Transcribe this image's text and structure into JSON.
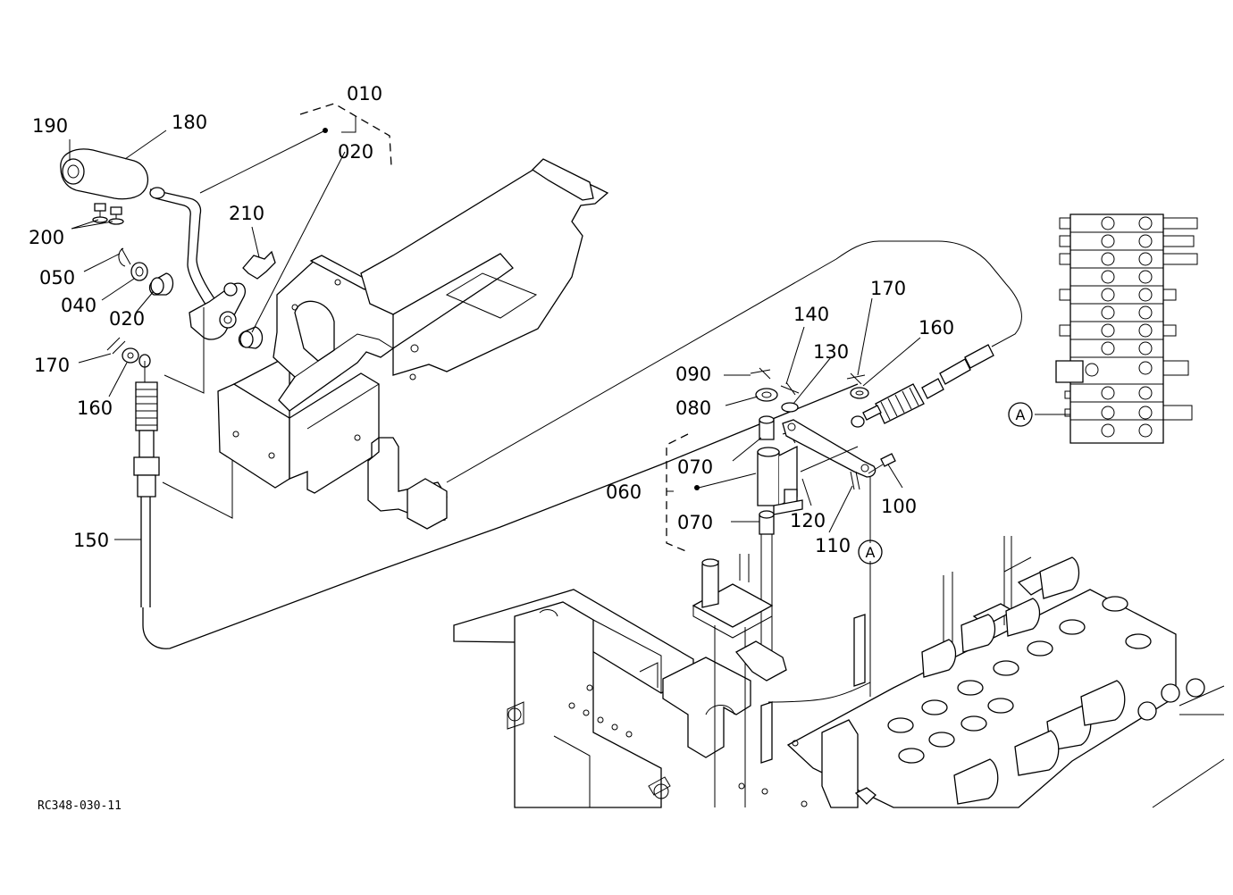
{
  "diagram_id": "RC348-030-11",
  "ref_marker": "A",
  "callouts": {
    "p010": "010",
    "p020a": "020",
    "p020b": "020",
    "p040": "040",
    "p050": "050",
    "p060": "060",
    "p070a": "070",
    "p070b": "070",
    "p080": "080",
    "p090": "090",
    "p100": "100",
    "p110": "110",
    "p120": "120",
    "p130": "130",
    "p140": "140",
    "p150": "150",
    "p160a": "160",
    "p160b": "160",
    "p170a": "170",
    "p170b": "170",
    "p180": "180",
    "p190": "190",
    "p200": "200",
    "p210": "210"
  }
}
